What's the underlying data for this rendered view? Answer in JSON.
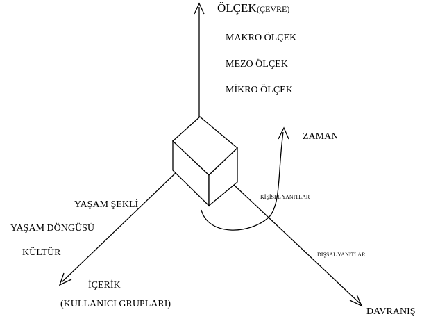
{
  "diagram": {
    "vertical_axis": {
      "title": "ÖLÇEK",
      "title_suffix": "(ÇEVRE)",
      "levels": [
        "MAKRO ÖLÇEK",
        "MEZO ÖLÇEK",
        "MİKRO ÖLÇEK"
      ]
    },
    "left_axis": {
      "items": [
        "YAŞAM ŞEKLİ",
        "YAŞAM DÖNGÜSÜ",
        "KÜLTÜR"
      ],
      "title_line1": "İÇERİK",
      "title_line2": "(KULLANICI GRUPLARI)"
    },
    "right_axis": {
      "title": "DAVRANIŞ",
      "outer_label": "DIŞSAL YANITLAR"
    },
    "curve": {
      "title": "ZAMAN",
      "inner_label": "KİŞİSEL YANITLAR"
    },
    "colors": {
      "background": "#ffffff",
      "ink": "#000000"
    }
  }
}
